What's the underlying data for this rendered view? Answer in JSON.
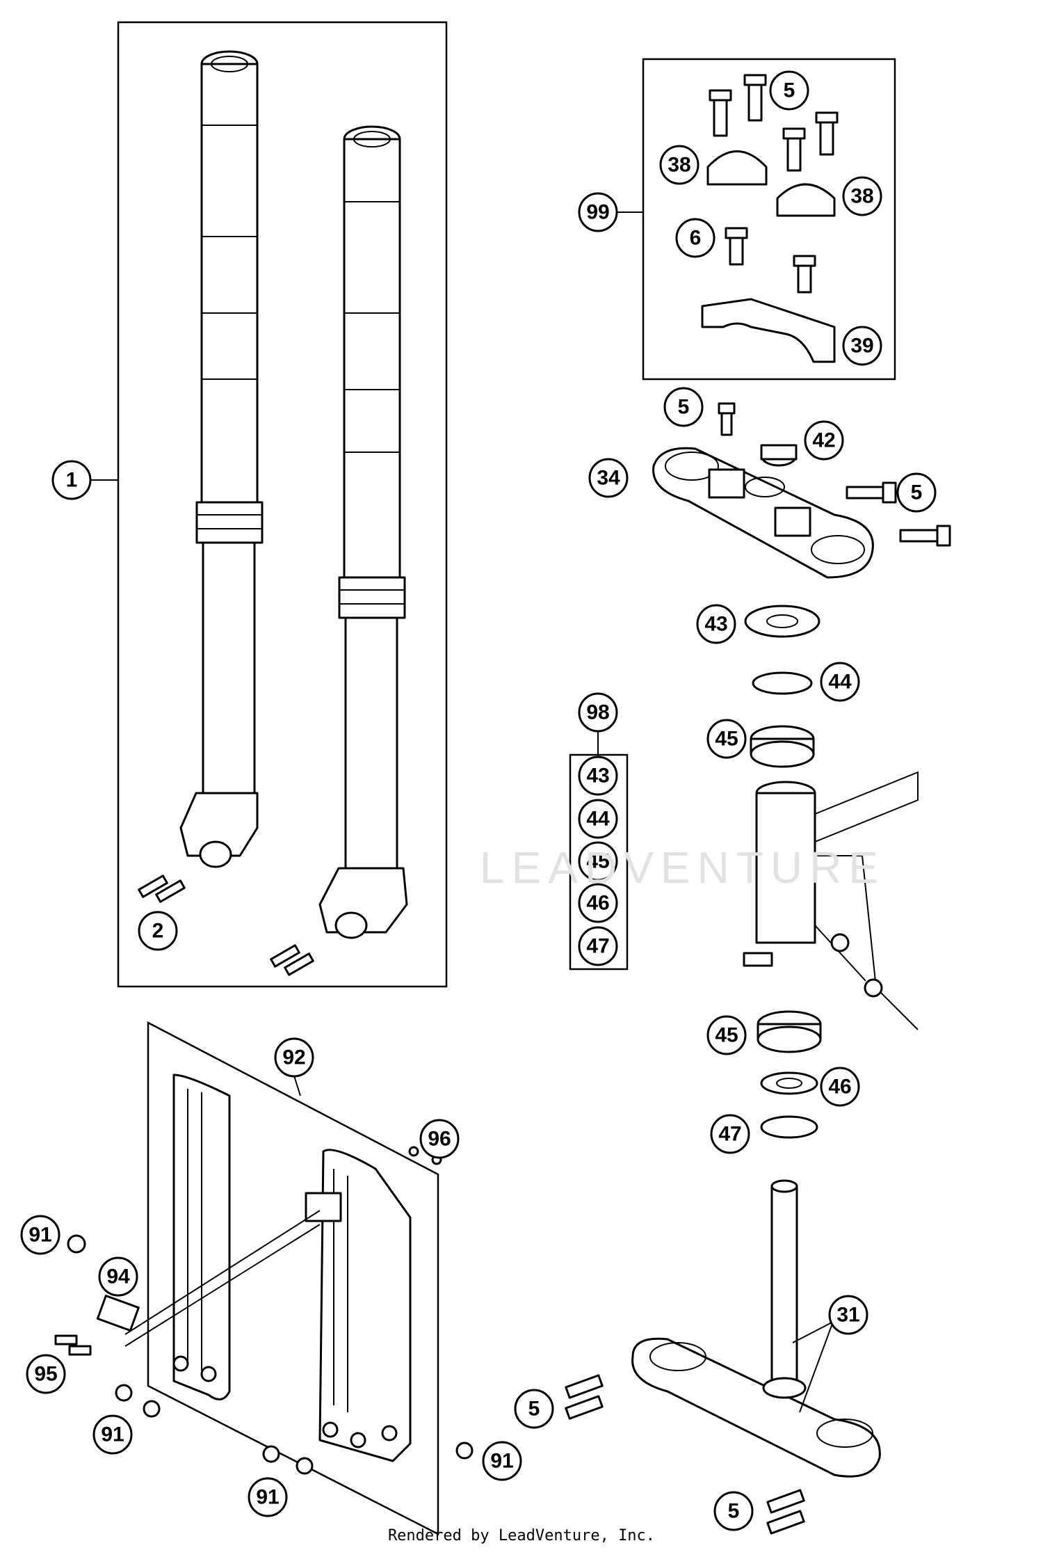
{
  "diagram": {
    "callouts": {
      "fork_assembly": "1",
      "fork_screws": "2",
      "bar_mount_screw_top": "5",
      "bar_clamp_left": "38",
      "bar_clamp_right": "38",
      "bar_mount_kit": "99",
      "bar_mount_screw": "6",
      "bar_clamp_base": "39",
      "triple_clamp_top_screw": "5",
      "top_nut": "42",
      "top_triple_clamp": "34",
      "top_clamp_screw": "5",
      "bearing_kit": "98",
      "kit_43": "43",
      "kit_44": "44",
      "kit_45": "45",
      "kit_46": "46",
      "kit_47": "47",
      "dust_cover_upper": "43",
      "o_ring_upper": "44",
      "bearing_upper": "45",
      "bearing_lower": "45",
      "seal_ring_lower": "46",
      "o_ring_lower": "47",
      "fork_protector_set": "92",
      "protector_nut": "96",
      "protector_screw_a": "91",
      "protector_clamp": "94",
      "protector_clamp_screw": "95",
      "protector_screw_b": "91",
      "protector_screw_c": "91",
      "protector_screw_d": "91",
      "bottom_triple_clamp": "31",
      "bottom_clamp_screw_a": "5",
      "bottom_clamp_screw_b": "5"
    },
    "watermark": "LEADVENTURE",
    "footer": "Rendered by LeadVenture, Inc."
  }
}
